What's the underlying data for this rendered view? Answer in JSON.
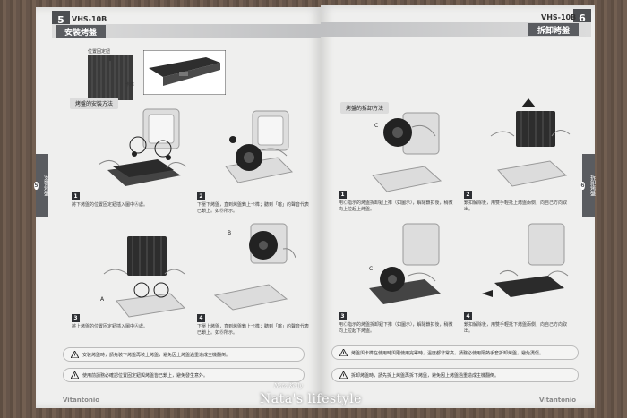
{
  "left_page": {
    "page_number": "5",
    "model": "VHS-10B",
    "section_title": "安裝烤盤",
    "top_label_position": "位置固定鈕",
    "top_label_latch": "卡榫",
    "subsection_label": "烤盤的安裝方法",
    "steps": [
      {
        "num": "1",
        "text": "將下烤盤的位置固定鈕插入圖中Ⓐ處。"
      },
      {
        "num": "2",
        "text": "下壓下烤盤，直到烤盤鉤上卡榫；聽到「喀」的聲音代表已鎖上。如Ⓑ所示。"
      },
      {
        "num": "3",
        "text": "將上烤盤的位置固定鈕插入圖中Ⓐ處。"
      },
      {
        "num": "4",
        "text": "下壓上烤盤，直到烤盤鉤上卡榫；聽到「喀」的聲音代表已鎖上。如Ⓑ所示。"
      }
    ],
    "notices": [
      "安裝烤盤時，請先裝下烤盤再裝上烤盤，避免因上烤盤過重造成主機翻倒。",
      "使用前請務必確認位置固定鈕與烤盤皆已鎖上，避免發生意外。"
    ],
    "brand": "Vitantonio",
    "side_tab": {
      "label": "安裝烤盤",
      "num": "5"
    }
  },
  "right_page": {
    "page_number": "6",
    "model": "VHS-10B",
    "section_title": "拆卸烤盤",
    "subsection_label": "烤盤的拆卸方法",
    "steps": [
      {
        "num": "1",
        "text": "用Ⓒ指示的烤盤拆卸鈕上推（如圖示），解除鎖扣後，稍微向上拉起上烤盤。"
      },
      {
        "num": "2",
        "text": "鎖扣解除後，用雙手輕托上烤盤兩側，向自己方向取出。"
      },
      {
        "num": "3",
        "text": "用Ⓒ指示的烤盤拆卸鈕下推（如圖示），解除鎖扣後，稍微向上拉起下烤盤。"
      },
      {
        "num": "4",
        "text": "鎖扣解除後，用雙手輕托下烤盤兩側，向自己方向取出。"
      }
    ],
    "notices": [
      "烤盤與卡榫在使用時與剛使用完畢時，溫度都非常高，請務必使用隔熱手套拆卸烤盤，避免燙傷。",
      "拆卸烤盤時，請先拆上烤盤再拆下烤盤，避免因上烤盤過重造成主機翻倒。"
    ],
    "brand": "Vitantonio",
    "side_tab": {
      "label": "拆卸烤盤",
      "num": "6"
    }
  },
  "watermark": {
    "main": "Nata's lifestyle",
    "small": "Nata Kelly"
  },
  "colors": {
    "header_dark": "#5a5c60",
    "page_bg": "#efefee",
    "wood": "#6b5a4d"
  }
}
